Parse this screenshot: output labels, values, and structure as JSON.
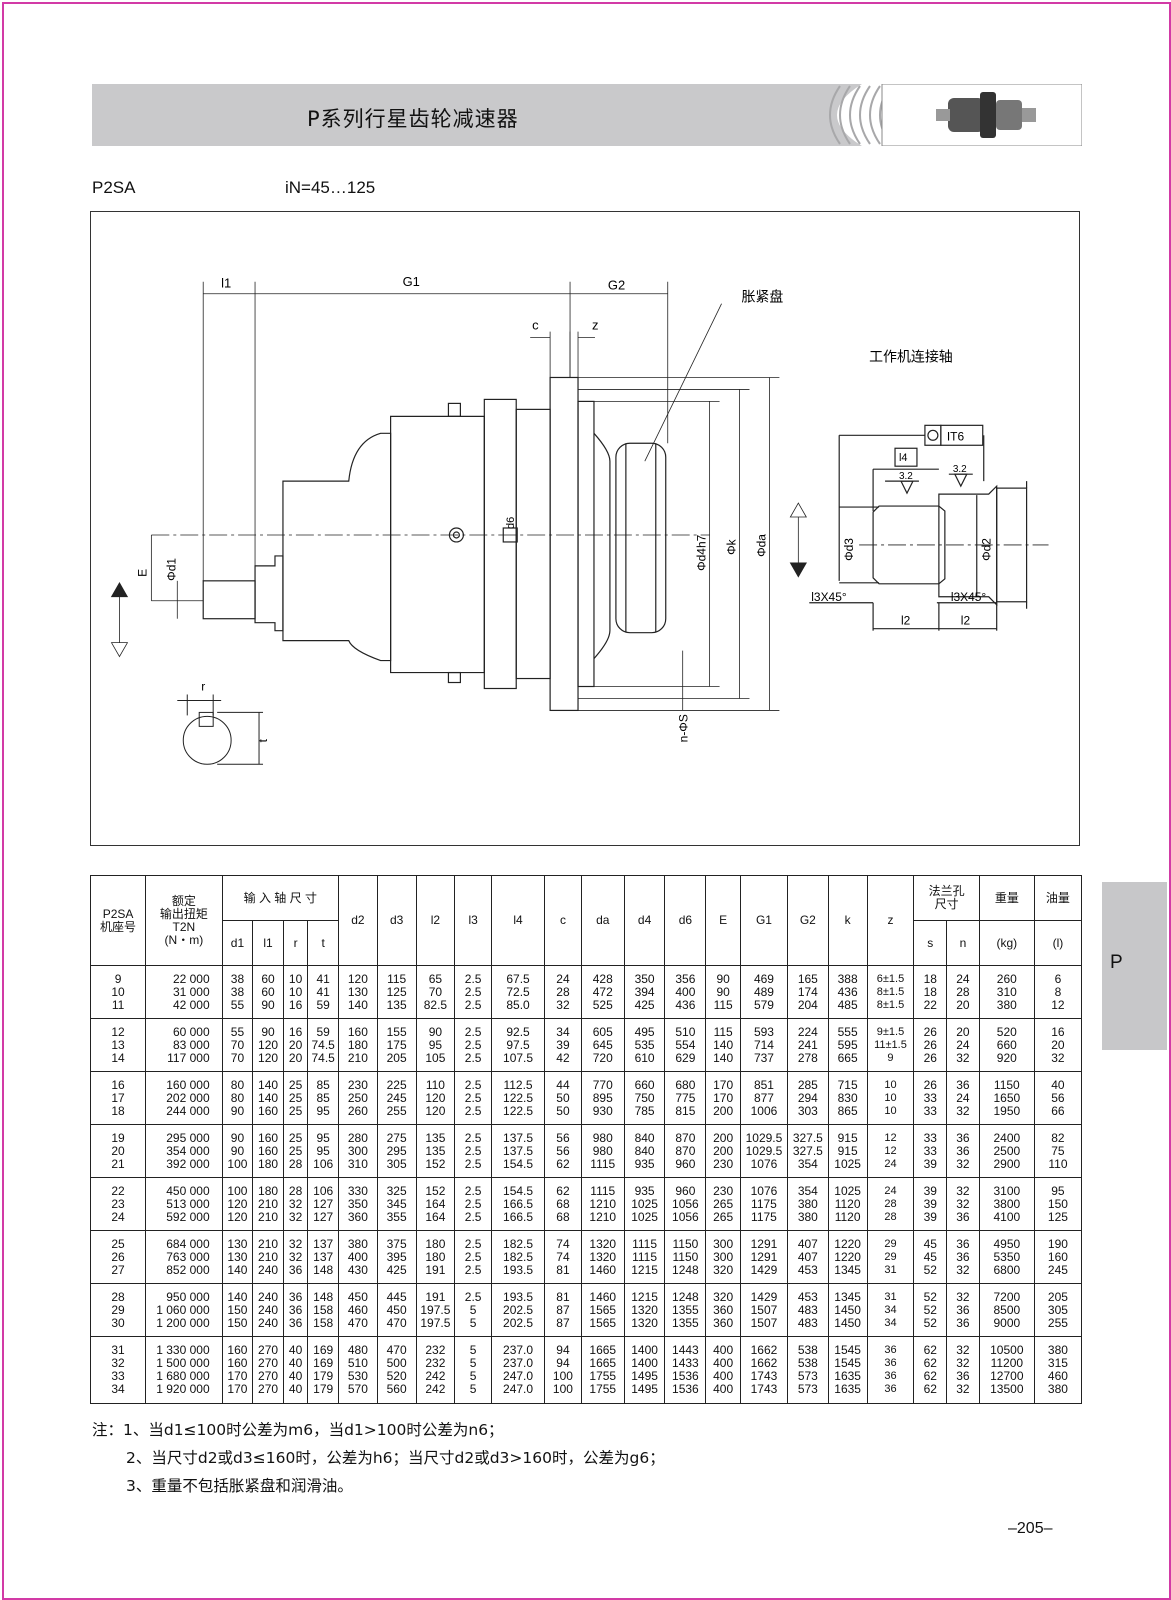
{
  "header": {
    "title": "P系列行星齿轮减速器"
  },
  "model": "P2SA",
  "ratio_range": "iN=45…125",
  "drawing": {
    "labels": {
      "l1": "l1",
      "G1": "G1",
      "G2": "G2",
      "c": "c",
      "z": "z",
      "expansion_disc": "胀紧盘",
      "work_shaft": "工作机连接轴",
      "d6": "d6",
      "d4h7": "Φd4h7",
      "k": "Φk",
      "da": "Φda",
      "d1": "Φd1",
      "E": "E",
      "nS": "n-ΦS",
      "r": "r",
      "t": "t",
      "tol": "IT6",
      "l4": "l4",
      "rough1": "3.2",
      "rough2": "3.2",
      "d3": "Φd3",
      "d2": "Φd2",
      "chamfer_left": "l3X45°",
      "chamfer_right": "l3X45°",
      "l2_left": "l2",
      "l2_right": "l2"
    }
  },
  "side_tab": "P",
  "table": {
    "headers": {
      "model": "P2SA\n机座号",
      "torque": "额定\n输出扭矩\nT2N\n(N・m)",
      "input_shaft": "输 入 轴 尺 寸",
      "d1": "d1",
      "l1": "l1",
      "r": "r",
      "t": "t",
      "d2": "d2",
      "d3": "d3",
      "l2": "l2",
      "l3": "l3",
      "l4": "l4",
      "c": "c",
      "da": "da",
      "d4": "d4",
      "d6": "d6",
      "E": "E",
      "G1": "G1",
      "G2": "G2",
      "k": "k",
      "z": "z",
      "flange": "法兰孔\n尺寸",
      "s": "s",
      "n": "n",
      "weight": "重量",
      "weight_unit": "(kg)",
      "oil": "油量",
      "oil_unit": "(l)"
    },
    "rows": [
      [
        "9\n10\n11",
        "22 000\n31 000\n42 000",
        "38\n38\n55",
        "60\n60\n90",
        "10\n10\n16",
        "41\n41\n59",
        "120\n130\n140",
        "115\n125\n135",
        "65\n70\n82.5",
        "2.5\n2.5\n2.5",
        "67.5\n72.5\n85.0",
        "24\n28\n32",
        "428\n472\n525",
        "350\n394\n425",
        "356\n400\n436",
        "90\n90\n115",
        "469\n489\n579",
        "165\n174\n204",
        "388\n436\n485",
        "6±1.5\n8±1.5\n8±1.5",
        "18\n18\n22",
        "24\n28\n20",
        "260\n310\n380",
        "6\n8\n12"
      ],
      [
        "12\n13\n14",
        "60 000\n83 000\n117 000",
        "55\n70\n70",
        "90\n120\n120",
        "16\n20\n20",
        "59\n74.5\n74.5",
        "160\n180\n210",
        "155\n175\n205",
        "90\n95\n105",
        "2.5\n2.5\n2.5",
        "92.5\n97.5\n107.5",
        "34\n39\n42",
        "605\n645\n720",
        "495\n535\n610",
        "510\n554\n629",
        "115\n140\n140",
        "593\n714\n737",
        "224\n241\n278",
        "555\n595\n665",
        "9±1.5\n11±1.5\n9",
        "26\n26\n26",
        "20\n24\n32",
        "520\n660\n920",
        "16\n20\n32"
      ],
      [
        "16\n17\n18",
        "160 000\n202 000\n244 000",
        "80\n80\n90",
        "140\n140\n160",
        "25\n25\n25",
        "85\n85\n95",
        "230\n250\n260",
        "225\n245\n255",
        "110\n120\n120",
        "2.5\n2.5\n2.5",
        "112.5\n122.5\n122.5",
        "44\n50\n50",
        "770\n895\n930",
        "660\n750\n785",
        "680\n775\n815",
        "170\n170\n200",
        "851\n877\n1006",
        "285\n294\n303",
        "715\n830\n865",
        "10\n10\n10",
        "26\n33\n33",
        "36\n24\n32",
        "1150\n1650\n1950",
        "40\n56\n66"
      ],
      [
        "19\n20\n21",
        "295 000\n354 000\n392 000",
        "90\n90\n100",
        "160\n160\n180",
        "25\n25\n28",
        "95\n95\n106",
        "280\n300\n310",
        "275\n295\n305",
        "135\n135\n152",
        "2.5\n2.5\n2.5",
        "137.5\n137.5\n154.5",
        "56\n56\n62",
        "980\n980\n1115",
        "840\n840\n935",
        "870\n870\n960",
        "200\n200\n230",
        "1029.5\n1029.5\n1076",
        "327.5\n327.5\n354",
        "915\n915\n1025",
        "12\n12\n24",
        "33\n33\n39",
        "36\n36\n32",
        "2400\n2500\n2900",
        "82\n75\n110"
      ],
      [
        "22\n23\n24",
        "450 000\n513 000\n592 000",
        "100\n120\n120",
        "180\n210\n210",
        "28\n32\n32",
        "106\n127\n127",
        "330\n350\n360",
        "325\n345\n355",
        "152\n164\n164",
        "2.5\n2.5\n2.5",
        "154.5\n166.5\n166.5",
        "62\n68\n68",
        "1115\n1210\n1210",
        "935\n1025\n1025",
        "960\n1056\n1056",
        "230\n265\n265",
        "1076\n1175\n1175",
        "354\n380\n380",
        "1025\n1120\n1120",
        "24\n28\n28",
        "39\n39\n39",
        "32\n32\n36",
        "3100\n3800\n4100",
        "95\n150\n125"
      ],
      [
        "25\n26\n27",
        "684 000\n763 000\n852 000",
        "130\n130\n140",
        "210\n210\n240",
        "32\n32\n36",
        "137\n137\n148",
        "380\n400\n430",
        "375\n395\n425",
        "180\n180\n191",
        "2.5\n2.5\n2.5",
        "182.5\n182.5\n193.5",
        "74\n74\n81",
        "1320\n1320\n1460",
        "1115\n1115\n1215",
        "1150\n1150\n1248",
        "300\n300\n320",
        "1291\n1291\n1429",
        "407\n407\n453",
        "1220\n1220\n1345",
        "29\n29\n31",
        "45\n45\n52",
        "36\n36\n32",
        "4950\n5350\n6800",
        "190\n160\n245"
      ],
      [
        "28\n29\n30",
        "950 000\n1 060 000\n1 200 000",
        "140\n150\n150",
        "240\n240\n240",
        "36\n36\n36",
        "148\n158\n158",
        "450\n460\n470",
        "445\n450\n470",
        "191\n197.5\n197.5",
        "2.5\n5\n5",
        "193.5\n202.5\n202.5",
        "81\n87\n87",
        "1460\n1565\n1565",
        "1215\n1320\n1320",
        "1248\n1355\n1355",
        "320\n360\n360",
        "1429\n1507\n1507",
        "453\n483\n483",
        "1345\n1450\n1450",
        "31\n34\n34",
        "52\n52\n52",
        "32\n36\n36",
        "7200\n8500\n9000",
        "205\n305\n255"
      ],
      [
        "31\n32\n33\n34",
        "1 330 000\n1 500 000\n1 680 000\n1 920 000",
        "160\n160\n170\n170",
        "270\n270\n270\n270",
        "40\n40\n40\n40",
        "169\n169\n179\n179",
        "480\n510\n530\n570",
        "470\n500\n520\n560",
        "232\n232\n242\n242",
        "5\n5\n5\n5",
        "237.0\n237.0\n247.0\n247.0",
        "94\n94\n100\n100",
        "1665\n1665\n1755\n1755",
        "1400\n1400\n1495\n1495",
        "1443\n1433\n1536\n1536",
        "400\n400\n400\n400",
        "1662\n1662\n1743\n1743",
        "538\n538\n573\n573",
        "1545\n1545\n1635\n1635",
        "36\n36\n36\n36",
        "62\n62\n62\n62",
        "32\n32\n36\n32",
        "10500\n11200\n12700\n13500",
        "380\n315\n460\n380"
      ]
    ]
  },
  "notes": [
    "注：1、当d1≤100时公差为m6，当d1>100时公差为n6；",
    "2、当尺寸d2或d3≤160时，公差为h6；当尺寸d2或d3>160时，公差为g6；",
    "3、重量不包括胀紧盘和润滑油。"
  ],
  "page_number": "–205–"
}
